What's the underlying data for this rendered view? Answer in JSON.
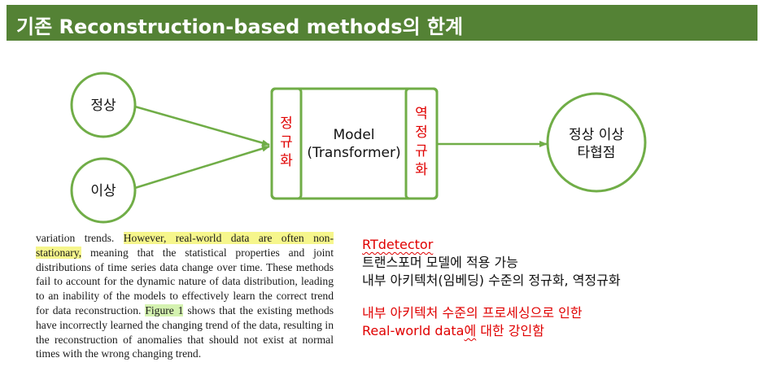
{
  "title": "기존 Reconstruction-based methods의 한계",
  "diagram": {
    "normal_node": "정상",
    "abnormal_node": "이상",
    "normalize_label": [
      "정",
      "규",
      "화"
    ],
    "model_line1": "Model",
    "model_line2": "(Transformer)",
    "denormalize_label": [
      "역",
      "정",
      "규",
      "화"
    ],
    "output_line1": "정상 이상",
    "output_line2": "타협점"
  },
  "excerpt": {
    "part1": "variation trends.  ",
    "highlight1": "However, real-world data are often non-stationary,",
    "part2": " meaning that the statistical properties and joint distributions of time series data change over time.  These methods fail to account for the dynamic nature of data distribution, leading to an inability of the models to effectively learn the correct trend for data reconstruction. ",
    "highlight2": "Figure 1",
    "part3": " shows that the existing methods have incorrectly learned the changing trend of the data, resulting in the reconstruction of anomalies that should not exist at normal times with the wrong changing trend."
  },
  "notes": {
    "line1": "RTdetector",
    "line2": "트랜스포머 모델에 적용 가능",
    "line3": "내부 아키텍처(임베딩) 수준의 정규화, 역정규화",
    "line4": "내부 아키텍처 수준의 프로세싱으로 인한",
    "line5a": "Real-world data",
    "line5b": "에",
    "line5c": " 대한 강인함"
  },
  "colors": {
    "title_bg": "#548235",
    "shape_stroke": "#70ad47",
    "accent_red": "#e00000",
    "highlight_yellow": "#f6f68c",
    "highlight_green": "#d4f2b0"
  }
}
